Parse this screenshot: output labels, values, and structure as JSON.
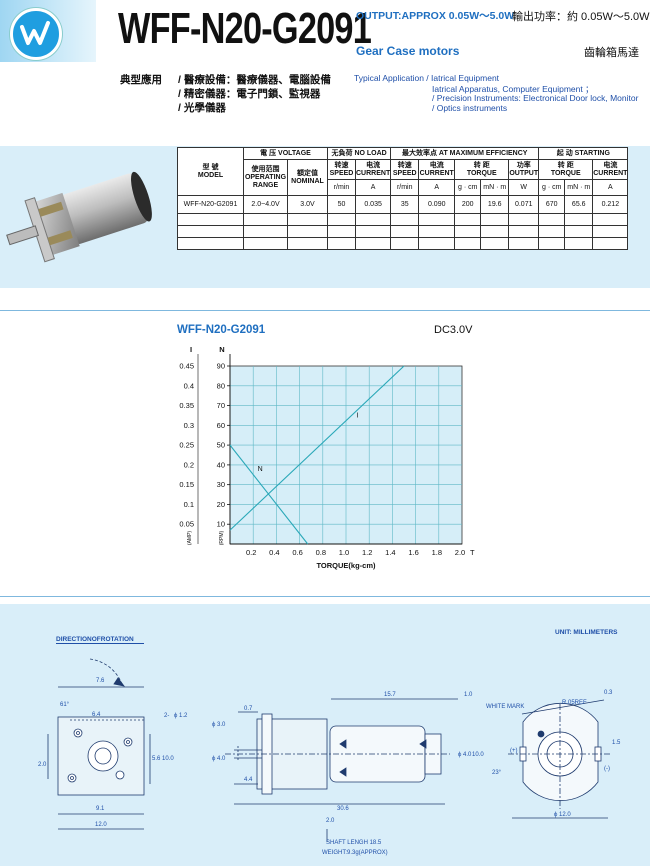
{
  "header": {
    "model": "WFF-N20-G2091",
    "output_en": "OUTPUT:APPROX 0.05W～5.0W",
    "type_en": "Gear Case motors",
    "output_cn": "輸出功率：約 0.05W～5.0W",
    "type_cn": "齒輪箱馬達"
  },
  "application": {
    "label_cn": "典型應用",
    "lines_cn": [
      "/ 醫療設備：醫療儀器、電腦設備",
      "/ 精密儀器：電子門鎖、監視器",
      "/ 光學儀器"
    ],
    "lines_en": [
      "Typical Application / Iatrical Equipment",
      "Iatrical Apparatus, Computer Equipment ；",
      "/ Precision Instruments: Electronical Door lock, Monitor",
      "/ Optics instruments"
    ]
  },
  "table": {
    "model_cn": "型 號",
    "model_en": "MODEL",
    "voltage": "電 压 VOLTAGE",
    "no_load": "无負荷 NO LOAD",
    "max_eff": "最大效率点 AT MAXIMUM EFFICIENCY",
    "starting": "起 动 STARTING",
    "range_cn": "使用范围",
    "range_en": "OPERATING RANGE",
    "nominal_cn": "額定值",
    "nominal_en": "NOMINAL",
    "speed_cn": "转速",
    "speed_en": "SPEED",
    "current_cn": "电流",
    "current_en": "CURRENT",
    "torque_cn": "转 距",
    "torque_en": "TORQUE",
    "output_cn": "功率",
    "output_en": "OUTPUT",
    "units": [
      "r/min",
      "A",
      "r/min",
      "A",
      "g · cm",
      "mN · m",
      "W",
      "g · cm",
      "mN · m",
      "A"
    ],
    "row": [
      "WFF-N20-G2091",
      "2.0~4.0V",
      "3.0V",
      "50",
      "0.035",
      "35",
      "0.090",
      "200",
      "19.6",
      "0.071",
      "670",
      "65.6",
      "0.212"
    ]
  },
  "chart_data": {
    "type": "line",
    "title": "WFF-N20-G2091",
    "subtitle": "DC3.0V",
    "xlabel": "TORQUE(kg-cm)",
    "x_unit": "T",
    "y_left_label": "I",
    "y_right_label": "N",
    "x_ticks": [
      "0.2",
      "0.4",
      "0.6",
      "0.8",
      "1.0",
      "1.2",
      "1.4",
      "1.6",
      "1.8",
      "2.0"
    ],
    "y_ticks_I": [
      "0.05",
      "0.1",
      "0.15",
      "0.2",
      "0.25",
      "0.3",
      "0.35",
      "0.4",
      "0.45"
    ],
    "y_ticks_N": [
      "10",
      "20",
      "30",
      "40",
      "50",
      "60",
      "70",
      "80",
      "90"
    ],
    "y_axis_units": [
      "(AMP)",
      "(RPM)"
    ],
    "xlim": [
      0,
      2.0
    ],
    "ylim_I": [
      0,
      0.45
    ],
    "ylim_N": [
      0,
      90
    ],
    "grid": true,
    "series": [
      {
        "name": "N",
        "axis": "N",
        "x": [
          0,
          0.67
        ],
        "y": [
          50,
          0
        ]
      },
      {
        "name": "I",
        "axis": "I",
        "x": [
          0,
          1.5
        ],
        "y": [
          0.035,
          0.45
        ]
      }
    ],
    "colors": {
      "line": "#2aa8b8",
      "grid": "#5fb8c6",
      "plot_bg": "#d6eef8"
    }
  },
  "drawing": {
    "direction": "DIRECTIONOFROTATION",
    "unit": "UNIT: MILLIMETERS",
    "dims_front": [
      "7.6",
      "61°",
      "6.4",
      "2-",
      "ϕ 1.2",
      "2.0",
      "5.6",
      "10.0",
      "9.1",
      "12.0"
    ],
    "dims_side": [
      "15.7",
      "1.0",
      "0.7",
      "ϕ 3.0",
      "ϕ 4.0",
      "4.4",
      "ϕ 4.0",
      "10.0",
      "30.6",
      "2.0"
    ],
    "dims_rear": [
      "WHITE MARK",
      "0.3",
      "R.05REF",
      "1.5",
      "(+)",
      "(-)",
      "23°",
      "ϕ 12.0"
    ],
    "shaft": "SHAFT LENGH 18.5",
    "weight": "WEIGHT:9.3g(APPROX)"
  }
}
